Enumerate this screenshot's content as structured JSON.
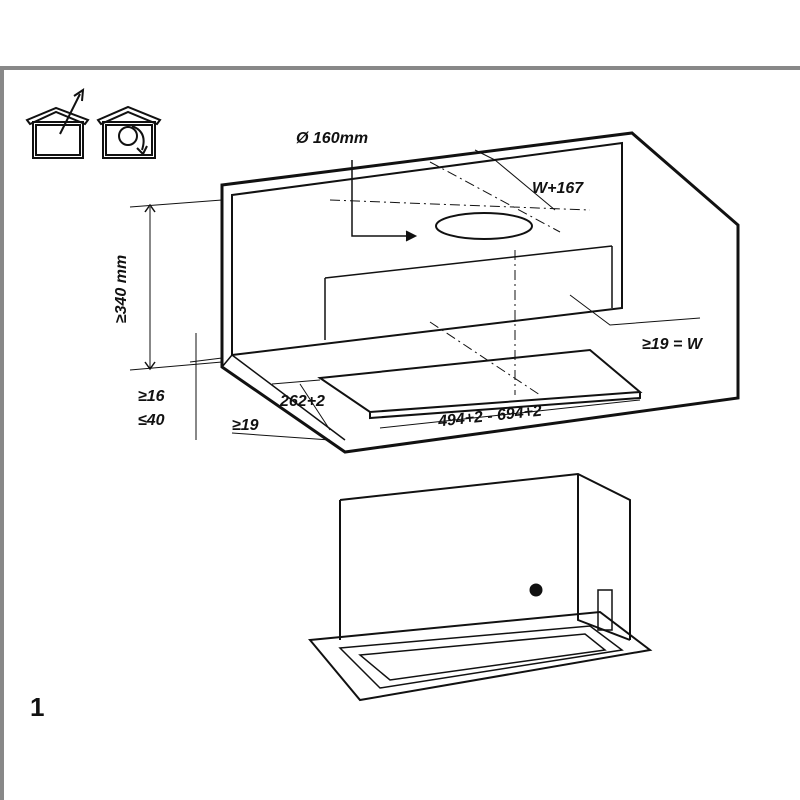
{
  "figure_number": "1",
  "icons": [
    "ducted-extraction-icon",
    "recirculation-icon"
  ],
  "dimensions": {
    "duct_diameter": "Ø 160mm",
    "width_plus": "W+167",
    "min_height": "≥340 mm",
    "side_clearance": "≥19 = W",
    "panel_thickness_min": "≥16",
    "panel_thickness_max": "≤40",
    "cutout_depth": "262+2",
    "front_clearance": "≥19",
    "cutout_width": "494+2 - 694+2"
  }
}
